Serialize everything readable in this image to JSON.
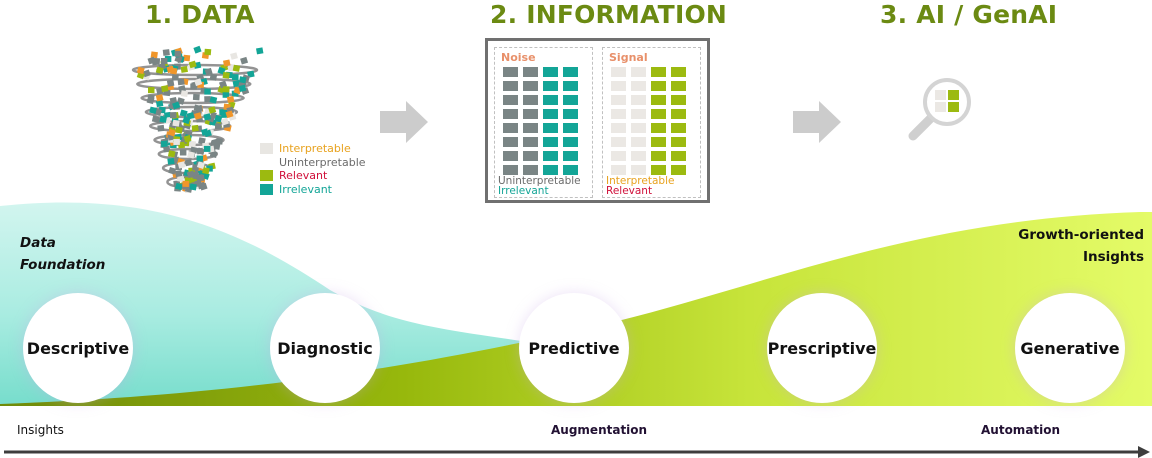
{
  "stages": [
    {
      "label": "1. DATA"
    },
    {
      "label": "2. INFORMATION"
    },
    {
      "label": "3. AI / GenAI"
    }
  ],
  "legend": {
    "items": [
      {
        "label": "Interpretable",
        "color": "#e8a21e",
        "swatch": "#e8e6e2"
      },
      {
        "label": "Uninterpretable",
        "color": "#6b6b6b",
        "swatch": "#ffffff"
      },
      {
        "label": "Relevant",
        "color": "#d0103a",
        "swatch": "#9cba10"
      },
      {
        "label": "Irrelevant",
        "color": "#13a597",
        "swatch": "#13a597"
      }
    ]
  },
  "information": {
    "noise": {
      "title": "Noise",
      "caption_line1": "Uninterpretable",
      "caption_line2": "Irrelevant",
      "caption_color1": "#6b6b6b",
      "caption_color2": "#13a597",
      "columns": [
        "#7a8585",
        "#7a8585",
        "#13a597",
        "#13a597"
      ],
      "rows": 8
    },
    "signal": {
      "title": "Signal",
      "caption_line1": "Interpretable",
      "caption_line2": "Relevant",
      "caption_color1": "#e8a21e",
      "caption_color2": "#d0103a",
      "columns": [
        "#ebe8e4",
        "#ebe8e4",
        "#9cba10",
        "#9cba10"
      ],
      "rows": 8
    }
  },
  "analytics": {
    "circles": [
      {
        "label": "Descriptive"
      },
      {
        "label": "Diagnostic"
      },
      {
        "label": "Predictive"
      },
      {
        "label": "Prescriptive"
      },
      {
        "label": "Generative"
      }
    ],
    "left_area_label_line1": "Data",
    "left_area_label_line2": "Foundation",
    "right_area_label_line1": "Growth-oriented",
    "right_area_label_line2": "Insights"
  },
  "axis": {
    "labels": [
      "Insights",
      "Augmentation",
      "Automation"
    ]
  },
  "colors": {
    "title": "#6b8a12",
    "teal_area": "#8de6d8",
    "green_area": "#c8e63a",
    "arrow": "#cccccc"
  }
}
